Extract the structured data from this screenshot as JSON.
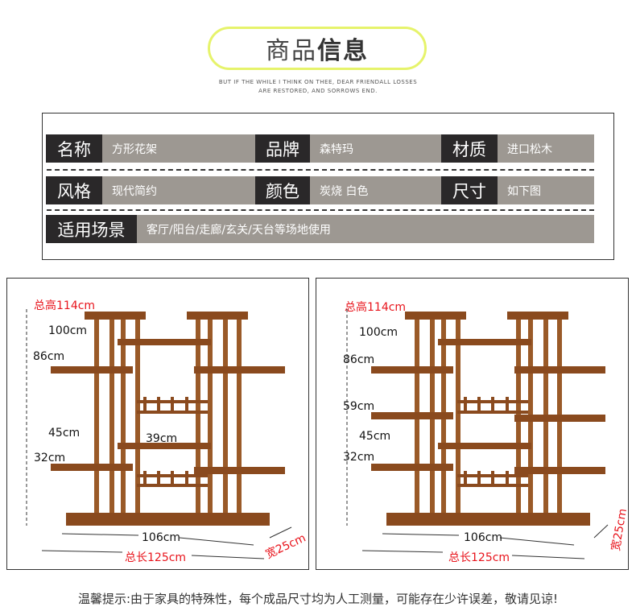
{
  "header": {
    "title_light": "商品",
    "title_bold": "信息",
    "motto_line1": "BUT IF THE WHILE I THINK ON THEE, DEAR FRIENDALL LOSSES",
    "motto_line2": "ARE RESTORED, AND SORROWS END."
  },
  "specs": [
    {
      "label": "名称",
      "value": "方形花架"
    },
    {
      "label": "品牌",
      "value": "森特玛"
    },
    {
      "label": "材质",
      "value": "进口松木"
    },
    {
      "label": "风格",
      "value": "现代简约"
    },
    {
      "label": "颜色",
      "value": "炭烧 白色"
    },
    {
      "label": "尺寸",
      "value": "如下图"
    },
    {
      "label": "适用场景",
      "value": "客厅/阳台/走廊/玄关/天台等场地使用"
    }
  ],
  "diagram_left": {
    "total_height": "总高114cm",
    "h100": "100cm",
    "h86": "86cm",
    "h45": "45cm",
    "h32": "32cm",
    "h39": "39cm",
    "inner_length": "106cm",
    "total_length": "总长125cm",
    "width": "宽25cm"
  },
  "diagram_right": {
    "total_height": "总高114cm",
    "h100": "100cm",
    "h86": "86cm",
    "h59": "59cm",
    "h45": "45cm",
    "h32": "32cm",
    "inner_length": "106cm",
    "total_length": "总长125cm",
    "width": "宽25cm"
  },
  "footer": {
    "note": "温馨提示:由于家具的特殊性，每个成品尺寸均为人工测量，可能存在少许误差，敬请见谅!"
  },
  "colors": {
    "wood": "#8a4a1e",
    "label_bg": "#2a2829",
    "value_bg": "#9d9892",
    "accent": "#e8141c",
    "pill_border": "#e6f36b"
  }
}
